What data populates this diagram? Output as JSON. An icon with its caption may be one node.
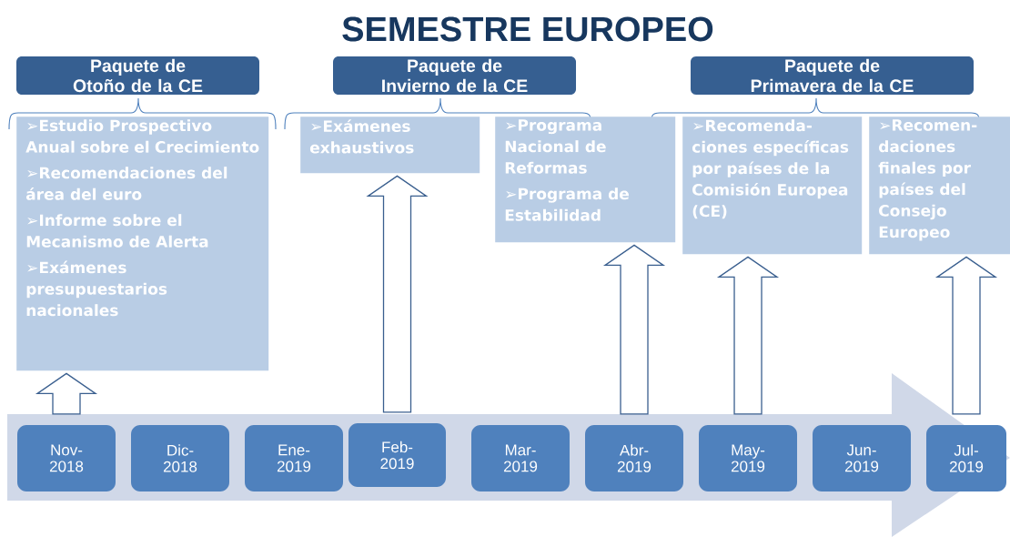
{
  "diagram": {
    "title": "SEMESTRE EUROPEO",
    "nodes": [
      {
        "text": [
          "Paquete de Otoño de la CE"
        ]
      },
      {
        "text": [
          "Paquete de Invierno de la CE"
        ]
      },
      {
        "text": [
          "Paquete de Primavera de la CE"
        ]
      },
      {
        "text": [
          "➢Estudio Prospectivo Anual sobre el Crecimiento",
          "➢Recomendaciones del área del euro",
          "➢Informe sobre el Mecanismo de Alerta",
          "➢Exámenes presupuestarios nacionales"
        ]
      },
      {
        "text": [
          "➢Exámenes exhaustivos"
        ]
      },
      {
        "text": [
          "➢Programa Nacional de Reformas",
          "➢Programa de Estabilidad"
        ]
      },
      {
        "text": [
          "➢Recomenda- ciones específicas por países de la Comisión Europea (CE)"
        ]
      },
      {
        "text": [
          "➢Recomen- daciones finales por países del Consejo Europeo"
        ]
      },
      {
        "text": [
          "Nov- 2018"
        ]
      },
      {
        "text": [
          "Dic- 2018"
        ]
      },
      {
        "text": [
          "Ene- 2019"
        ]
      },
      {
        "text": [
          "Feb- 2019"
        ]
      },
      {
        "text": [
          "Mar- 2019"
        ]
      },
      {
        "text": [
          "Abr- 2019"
        ]
      },
      {
        "text": [
          "May- 2019"
        ]
      },
      {
        "text": [
          "Jun- 2019"
        ]
      },
      {
        "text": [
          "Jul- 2019"
        ]
      }
    ],
    "edges": [
      {
        "from": 8,
        "to": 3,
        "arrow": "to"
      },
      {
        "from": 11,
        "to": 4,
        "arrow": "to"
      },
      {
        "from": 13,
        "to": 5,
        "arrow": "to"
      },
      {
        "from": 14,
        "to": 6,
        "arrow": "to"
      },
      {
        "from": 16,
        "to": 7,
        "arrow": "to"
      }
    ]
  }
}
